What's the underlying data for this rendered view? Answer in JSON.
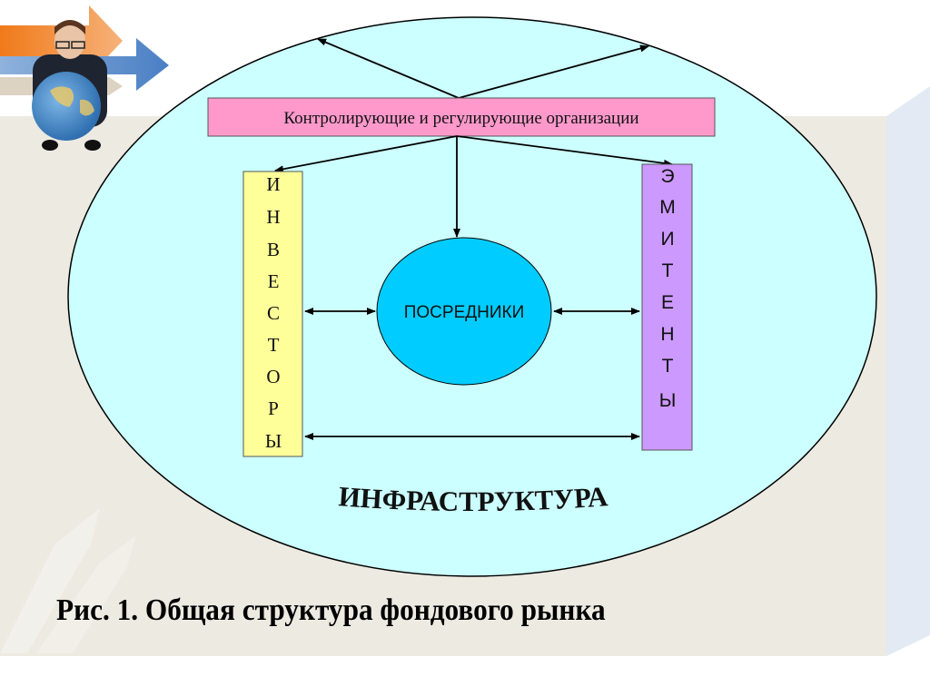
{
  "diagram": {
    "regulators_label": "Контролирующие и регулирующие организации",
    "investors_letters": [
      "И",
      "Н",
      "В",
      "Е",
      "С",
      "Т",
      "О",
      "Р",
      "Ы"
    ],
    "issuers_letters": [
      "Э",
      "М",
      "И",
      "Т",
      "Е",
      "Н",
      "Т",
      "Ы"
    ],
    "intermediaries_label": "ПОСРЕДНИКИ",
    "infrastructure_label": "ИНФРАСТРУКТУРА"
  },
  "caption": "Рис. 1. Общая структура фондового рынка",
  "colors": {
    "outer_ellipse": "#ccffff",
    "regulators_box": "#ff99cc",
    "investors_box": "#ffff99",
    "issuers_box": "#cc99ff",
    "intermediaries_circle": "#00ccff",
    "band": "#edeae2",
    "side_panel": "#e3eaf4"
  }
}
